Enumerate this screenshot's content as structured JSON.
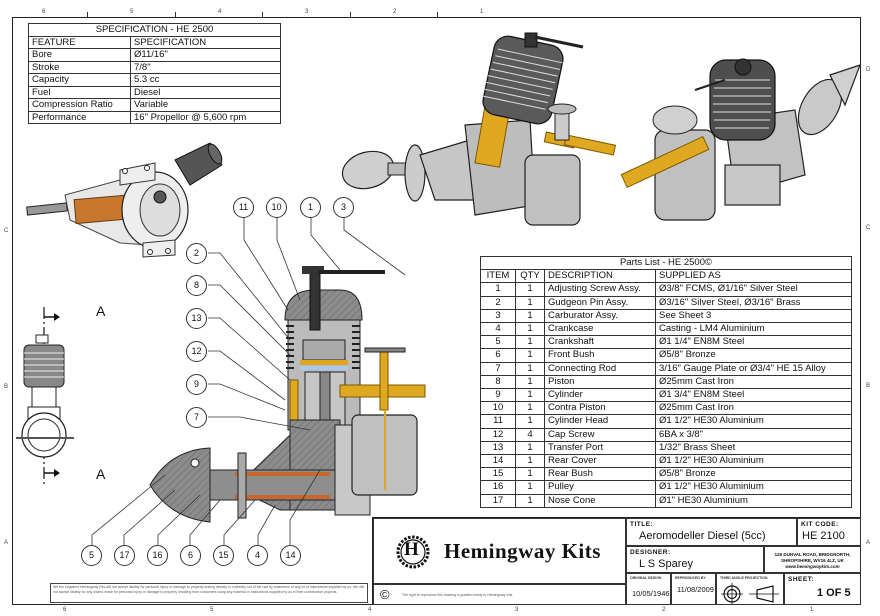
{
  "drawing_frame": {
    "top_zone_labels": [
      "6",
      "5",
      "4",
      "3",
      "2",
      "1"
    ],
    "bottom_zone_labels": [
      "6",
      "5",
      "4",
      "3",
      "2",
      "1"
    ],
    "left_zone_labels": [
      "C",
      "B",
      "A"
    ],
    "right_zone_labels": [
      "D",
      "C",
      "B",
      "A"
    ]
  },
  "specification": {
    "title": "SPECIFICATION - HE 2500",
    "headers": [
      "FEATURE",
      "SPECIFICATION"
    ],
    "rows": [
      [
        "Bore",
        "Ø11/16\""
      ],
      [
        "Stroke",
        "7/8\""
      ],
      [
        "Capacity",
        "5.3 cc"
      ],
      [
        "Fuel",
        "Diesel"
      ],
      [
        "Compression Ratio",
        "Variable"
      ],
      [
        "Performance",
        "16\" Propellor @ 5,600 rpm"
      ]
    ]
  },
  "parts_list": {
    "title": "Parts List - HE 2500©",
    "headers": [
      "ITEM",
      "QTY",
      "DESCRIPTION",
      "SUPPLIED AS"
    ],
    "rows": [
      [
        "1",
        "1",
        "Adjusting Screw Assy.",
        "Ø3/8\" FCMS, Ø1/16\" Silver Steel"
      ],
      [
        "2",
        "1",
        "Gudgeon Pin Assy.",
        "Ø3/16\" Silver Steel, Ø3/16\" Brass"
      ],
      [
        "3",
        "1",
        "Carburator Assy.",
        "See Sheet 3"
      ],
      [
        "4",
        "1",
        "Crankcase",
        "Casting - LM4 Aluminium"
      ],
      [
        "5",
        "1",
        "Crankshaft",
        "Ø1 1/4\" EN8M Steel"
      ],
      [
        "6",
        "1",
        "Front Bush",
        "Ø5/8\" Bronze"
      ],
      [
        "7",
        "1",
        "Connecting Rod",
        "3/16\" Gauge Plate or Ø3/4\" HE 15 Alloy"
      ],
      [
        "8",
        "1",
        "Piston",
        "Ø25mm Cast Iron"
      ],
      [
        "9",
        "1",
        "Cylinder",
        "Ø1 3/4\" EN8M Steel"
      ],
      [
        "10",
        "1",
        "Contra Piston",
        "Ø25mm Cast Iron"
      ],
      [
        "11",
        "1",
        "Cylinder Head",
        "Ø1 1/2\" HE30 Aluminium"
      ],
      [
        "12",
        "4",
        "Cap Screw",
        "6BA x 3/8\""
      ],
      [
        "13",
        "1",
        "Transfer Port",
        "1/32\" Brass Sheet"
      ],
      [
        "14",
        "1",
        "Rear Cover",
        "Ø1 1/2\" HE30 Aluminium"
      ],
      [
        "15",
        "1",
        "Rear Bush",
        "Ø5/8\" Bronze"
      ],
      [
        "16",
        "1",
        "Pulley",
        "Ø1 1/2\" HE30 Aluminium"
      ],
      [
        "17",
        "1",
        "Nose Cone",
        "Ø1\" HE30 Aluminium"
      ]
    ]
  },
  "balloons": {
    "top": [
      "11",
      "10",
      "1",
      "3"
    ],
    "left": [
      "2",
      "8",
      "13",
      "12",
      "9",
      "7"
    ],
    "bottom": [
      "5",
      "17",
      "16",
      "6",
      "15",
      "4",
      "14"
    ]
  },
  "section_marker": {
    "label": "A"
  },
  "title_block": {
    "company_logo_letter": "H",
    "company_name": "Hemingway Kits",
    "copyright_symbol": "©",
    "copyright_text": "The right to reproduce this drawing is granted solely to Hemingway Kits.",
    "title_label": "TITLE:",
    "title_value": "Aeromodeller Diesel (5cc)",
    "kit_code_label": "KIT CODE:",
    "kit_code_value": "HE 2100",
    "designer_label": "DESIGNER:",
    "designer_value": "L S Sparey",
    "address_lines": [
      "126 DUNVAL ROAD, BRIDGNORTH,",
      "SHROPSHIRE, WV16 4LZ, UK",
      "www.hemingwaykits.com"
    ],
    "original_design_label": "ORIGINAL DESIGN",
    "original_design_date": "10/05/1946",
    "reproduced_label": "REPRODUCED BY",
    "reproduced_date": "11/08/2009",
    "projection_label": "THIRD ANGLE PROJECTION",
    "sheet_label": "SHEET:",
    "sheet_value": "1 OF 5"
  },
  "disclaimer": "We the suppliers Hemingway Kits will not accept liability for personal injury or damage to property arising directly or indirectly out of the use by customers of any kit or instructions supplied by us. We will not accept liability for any claims made for personal injury or damage to property resulting from customers using any material or instructions supplied by us in their construction projects.",
  "colors": {
    "line": "#222222",
    "brass": "#e0a820",
    "bronze": "#c8682a",
    "steel": "#9a9a9a",
    "aluminium": "#c4c4c4"
  }
}
